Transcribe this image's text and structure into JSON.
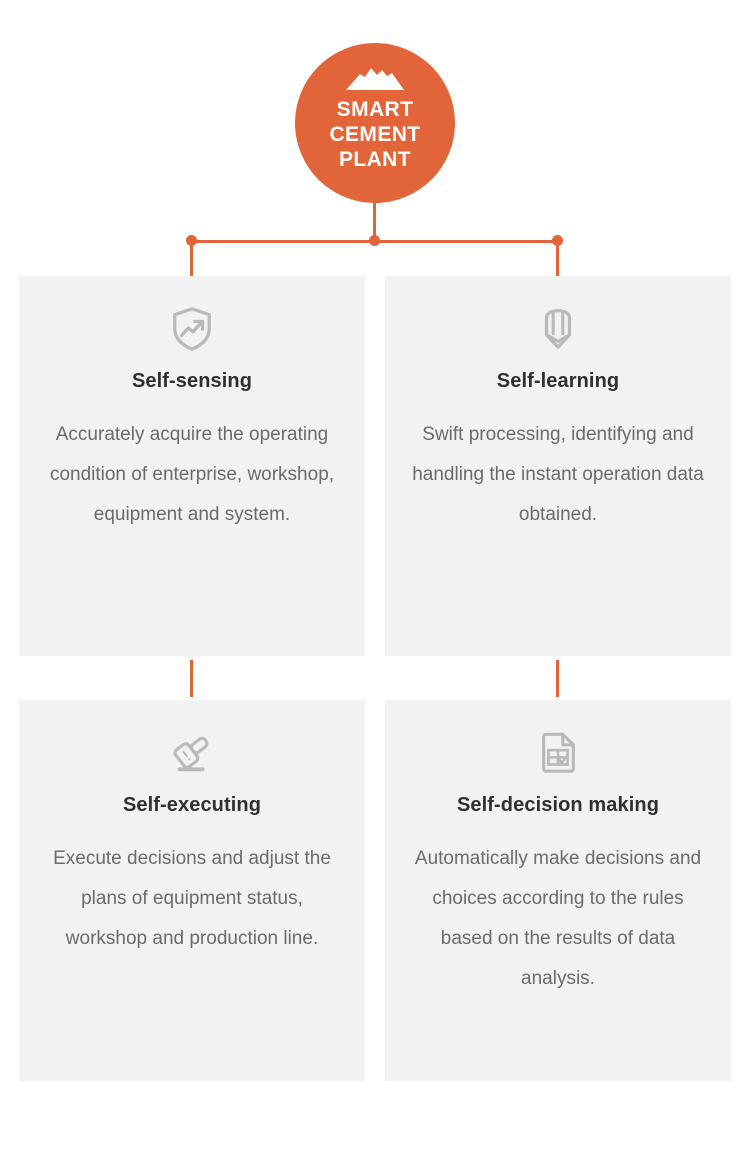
{
  "hub": {
    "icon": "mountain-icon",
    "title": "SMART\nCEMENT\nPLANT",
    "title_lines": [
      "SMART",
      "CEMENT",
      "PLANT"
    ],
    "color": "#e2653a",
    "text_color": "#ffffff"
  },
  "connectors": {
    "color": "#e2653a",
    "dot_count": 3
  },
  "theme": {
    "accent": "#e2653a",
    "card_background": "#f2f2f2",
    "page_background": "#ffffff",
    "title_color": "#2f2f2f",
    "body_color": "#6b6b6b",
    "icon_color": "#b9b9b9"
  },
  "cards": [
    {
      "id": "self-sensing",
      "icon": "shield-trending-up-icon",
      "title": "Self-sensing",
      "body": "Accurately acquire the operating condition of enterprise, workshop, equipment and system."
    },
    {
      "id": "self-learning",
      "icon": "pencil-icon",
      "title": "Self-learning",
      "body": "Swift processing, identifying and handling the instant operation data obtained."
    },
    {
      "id": "self-executing",
      "icon": "gavel-icon",
      "title": "Self-executing",
      "body": "Execute decisions and adjust the plans of equipment status, workshop and production line."
    },
    {
      "id": "self-decision-making",
      "icon": "document-table-check-icon",
      "title": "Self-decision making",
      "body": "Automatically make decisions and choices according to the rules based on the results of data analysis."
    }
  ]
}
